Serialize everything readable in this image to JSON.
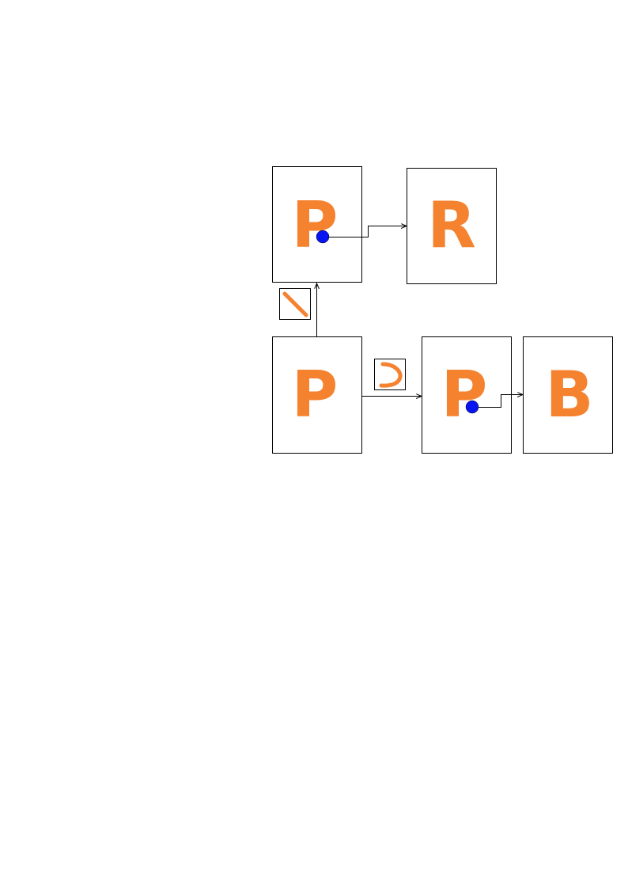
{
  "colors": {
    "letter": "#f5822f",
    "dot": "#0a14f0",
    "line": "#000000",
    "background": "#ffffff"
  },
  "panels": {
    "p_top": {
      "letter": "P",
      "has_dot": true
    },
    "r": {
      "letter": "R",
      "has_dot": false
    },
    "p_bottom": {
      "letter": "P",
      "has_dot": false
    },
    "p_right": {
      "letter": "P",
      "has_dot": true
    },
    "b": {
      "letter": "B",
      "has_dot": false
    }
  },
  "stroke_icons": {
    "diagonal": "diagonal-stroke-icon",
    "curve": "curved-stroke-icon"
  }
}
